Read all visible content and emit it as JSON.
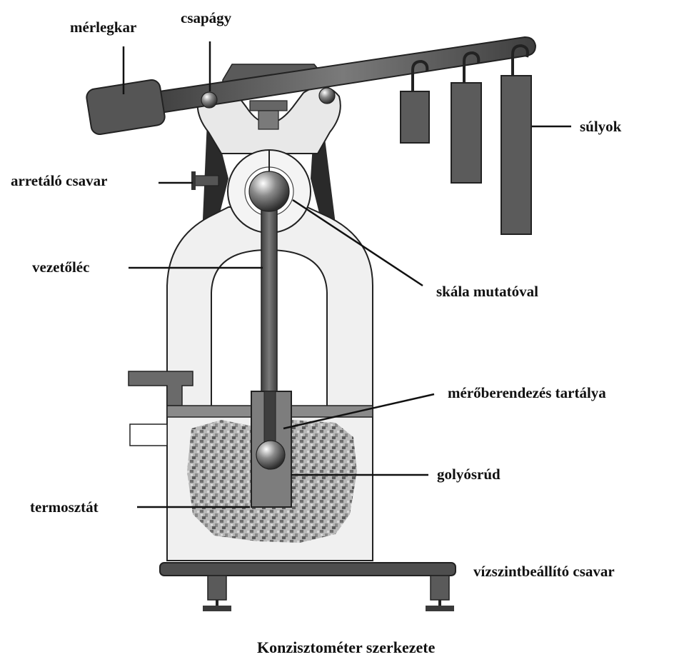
{
  "diagram": {
    "labels": {
      "merlegkar": "mérlegkar",
      "csapagy": "csapágy",
      "sulyok": "súlyok",
      "arretalo_csavar": "arretáló csavar",
      "vezetolec": "vezetőléc",
      "skala_mutatoval": "skála mutatóval",
      "meroberendezes_tartalya": "mérőberendezés tartálya",
      "golyosrud": "golyósrúd",
      "termosztat": "termosztát",
      "vizszintbeallito_csavar": "vízszintbeállító csavar"
    },
    "caption": "Konzisztométer szerkezete",
    "colors": {
      "metal_dark": "#4a4a4a",
      "metal_mid": "#6d6d6d",
      "frame_light": "#efefef",
      "outline": "#222222",
      "thermostat": "#9a9a9a",
      "leader_line": "#111111"
    }
  }
}
